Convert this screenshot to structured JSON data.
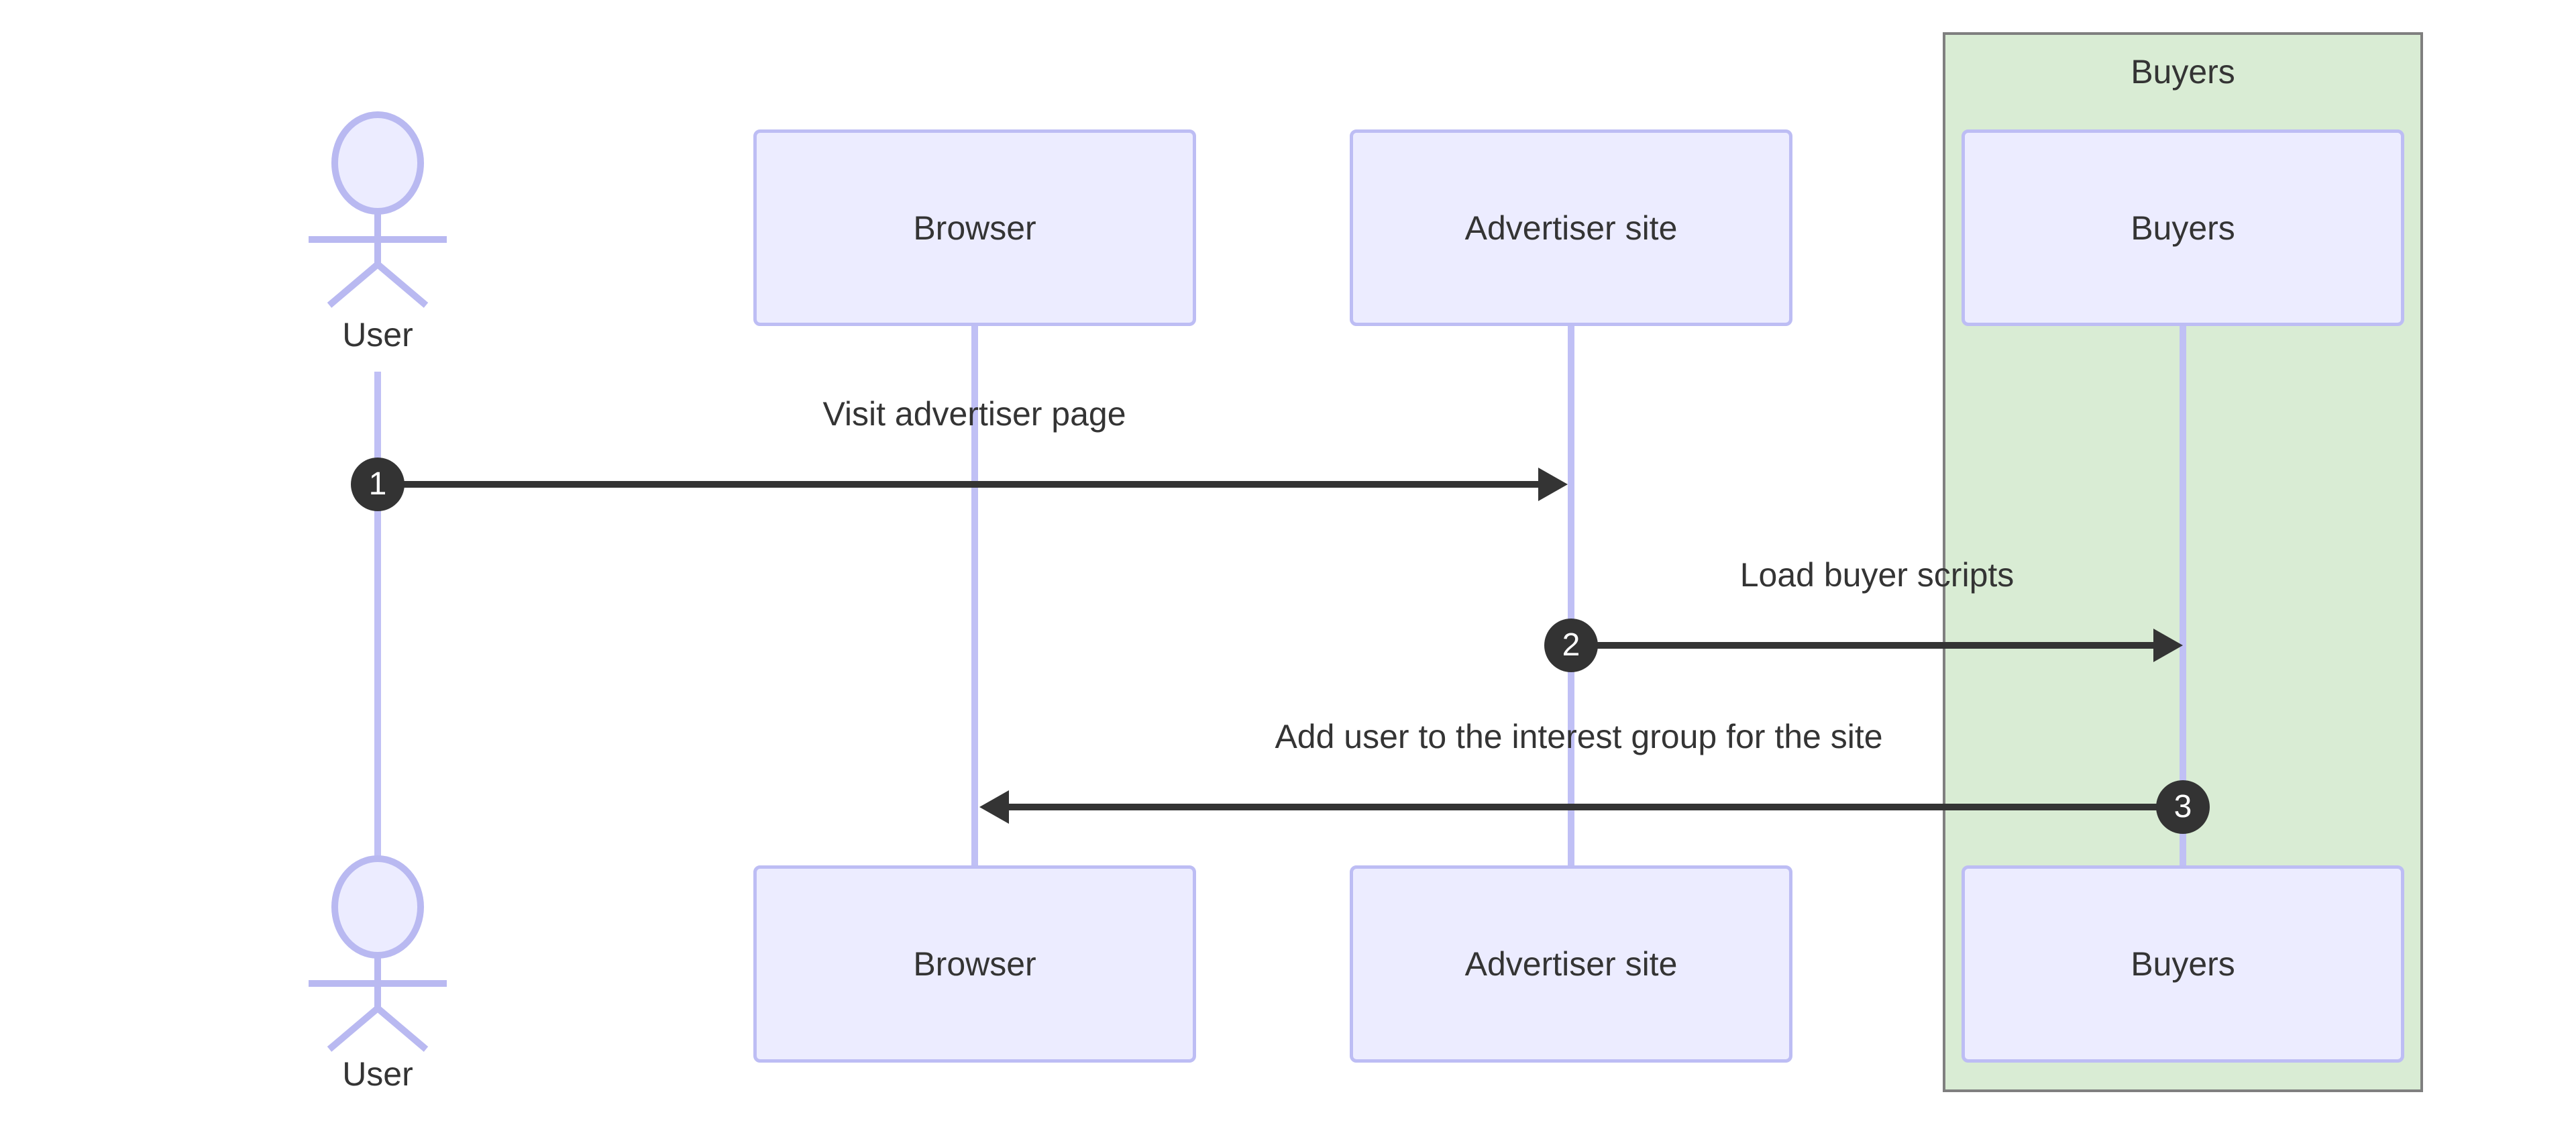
{
  "diagram_type": "sequence-diagram",
  "colors": {
    "background": "#ffffff",
    "participant_fill": "#ececff",
    "participant_border": "#bdbdf4",
    "lifeline": "#c0c0f5",
    "actor_stroke": "#b9b9f1",
    "group_fill": "#d9ecd4",
    "group_border": "#7f7f7f",
    "message_line": "#343434",
    "text": "#343434",
    "badge_fill": "#333333",
    "badge_text": "#ffffff"
  },
  "actors": {
    "user": {
      "label": "User"
    }
  },
  "participants": [
    {
      "id": "browser",
      "label": "Browser"
    },
    {
      "id": "advertiser-site",
      "label": "Advertiser site"
    },
    {
      "id": "buyers",
      "label": "Buyers"
    }
  ],
  "group": {
    "label": "Buyers"
  },
  "messages": [
    {
      "seq": "1",
      "label": "Visit advertiser page",
      "from": "User",
      "to": "Advertiser site"
    },
    {
      "seq": "2",
      "label": "Load buyer scripts",
      "from": "Advertiser site",
      "to": "Buyers"
    },
    {
      "seq": "3",
      "label": "Add user to the interest group for the site",
      "from": "Buyers",
      "to": "Browser"
    }
  ]
}
